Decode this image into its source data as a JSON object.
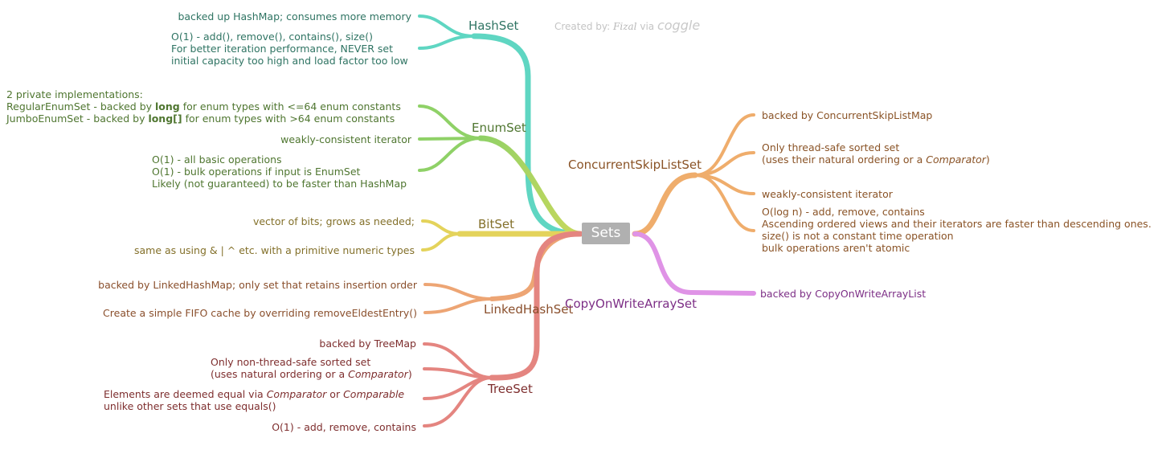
{
  "root": {
    "label": "Sets"
  },
  "credit": {
    "prefix": "Created by:",
    "author": "Fizal",
    "via": "via",
    "tool": "coggle"
  },
  "colors": {
    "hashset": "#5fd6c2",
    "enumset": "#8fd167",
    "bitset": "#e4d35b",
    "linkedhashset": "#eda574",
    "treeset": "#e48580",
    "concurrentskiplistset": "#efad6c",
    "copyonwritearrayset": "#df93e6",
    "root_box": "#b0b0b0"
  },
  "branches": {
    "hashset": {
      "label": "HashSet",
      "notes": [
        {
          "lines": [
            "backed up HashMap; consumes more memory"
          ]
        },
        {
          "lines": [
            "O(1) - add(), remove(), contains(), size()",
            "For better iteration performance, NEVER set",
            "initial capacity too high and load factor too low"
          ]
        }
      ]
    },
    "enumset": {
      "label": "EnumSet",
      "notes": [
        {
          "line1": "2 private implementations:",
          "line2": {
            "a": "RegularEnumSet - backed by ",
            "b": "long",
            "c": " for enum types with <=64 enum constants"
          },
          "line3": {
            "a": "JumboEnumSet - backed by ",
            "b": "long[]",
            "c": " for enum types with >64 enum constants"
          }
        },
        {
          "lines": [
            "weakly-consistent iterator"
          ]
        },
        {
          "lines": [
            "O(1) - all basic operations",
            "O(1) - bulk operations if input is EnumSet",
            "Likely (not guaranteed) to be faster than HashMap"
          ]
        }
      ]
    },
    "bitset": {
      "label": "BitSet",
      "notes": [
        {
          "lines": [
            "vector of bits; grows as needed;"
          ]
        },
        {
          "lines": [
            "same as using & | ^ etc. with a primitive numeric types"
          ]
        }
      ]
    },
    "linkedhashset": {
      "label": "LinkedHashSet",
      "notes": [
        {
          "lines": [
            "backed by LinkedHashMap; only set that retains insertion order"
          ]
        },
        {
          "lines": [
            "Create a simple FIFO cache by overriding removeEldestEntry()"
          ]
        }
      ]
    },
    "treeset": {
      "label": "TreeSet",
      "notes": [
        {
          "lines": [
            "backed by TreeMap"
          ]
        },
        {
          "line1": "Only non-thread-safe sorted set",
          "line2": {
            "a": "(uses natural ordering or a ",
            "b": "Comparator",
            "c": ")"
          }
        },
        {
          "line1": {
            "a": "Elements are deemed equal via ",
            "b": "Comparator",
            "c": " or ",
            "d": "Comparable"
          },
          "line2": "unlike other sets that use equals()"
        },
        {
          "lines": [
            "O(1) - add, remove, contains"
          ]
        }
      ]
    },
    "concurrentskiplistset": {
      "label": "ConcurrentSkipListSet",
      "notes": [
        {
          "lines": [
            "backed by ConcurrentSkipListMap"
          ]
        },
        {
          "line1": "Only thread-safe sorted set",
          "line2": {
            "a": "(uses their natural ordering or a ",
            "b": "Comparator",
            "c": ")"
          }
        },
        {
          "lines": [
            "weakly-consistent iterator"
          ]
        },
        {
          "lines": [
            "O(log n) - add, remove, contains",
            "Ascending ordered views and their iterators are faster than descending ones.",
            "size() is not a constant time operation",
            "bulk operations aren't atomic"
          ]
        }
      ]
    },
    "copyonwritearrayset": {
      "label": "CopyOnWriteArraySet",
      "notes": [
        {
          "lines": [
            "backed by CopyOnWriteArrayList"
          ]
        }
      ]
    }
  }
}
